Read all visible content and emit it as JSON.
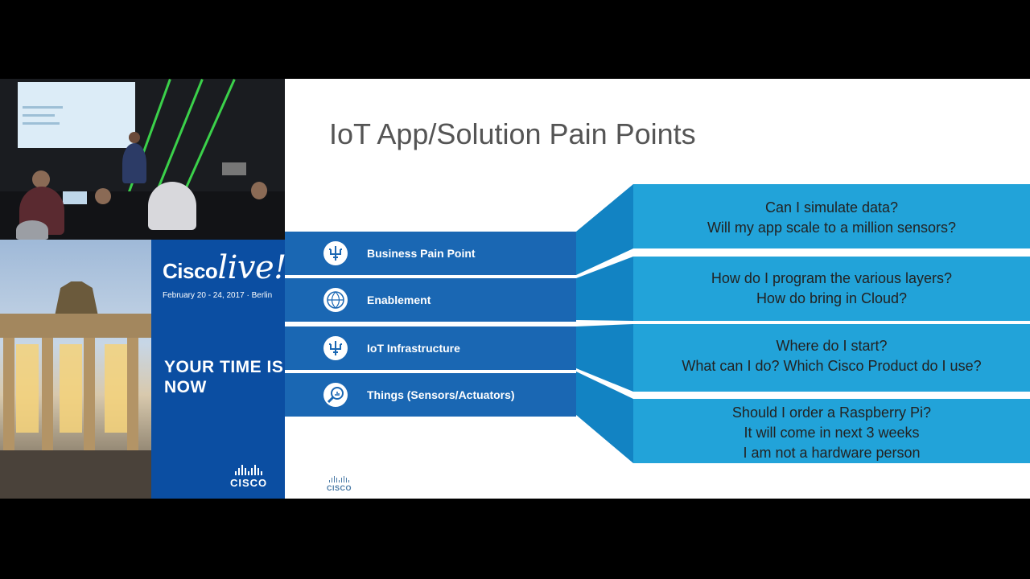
{
  "slide": {
    "title": "IoT App/Solution Pain Points",
    "layers": [
      {
        "label": "Business Pain Point",
        "icon": "circuit-tree-icon"
      },
      {
        "label": "Enablement",
        "icon": "globe-icon"
      },
      {
        "label": "IoT Infrastructure",
        "icon": "circuit-tree-icon"
      },
      {
        "label": "Things (Sensors/Actuators)",
        "icon": "sensor-search-icon"
      }
    ],
    "questions": [
      {
        "lines": [
          "Can I simulate data?",
          "Will my app scale to a million sensors?"
        ]
      },
      {
        "lines": [
          "How do I program the various layers?",
          "How do bring in Cloud?"
        ]
      },
      {
        "lines": [
          "Where do I start?",
          "What can I do? Which Cisco Product do I use?"
        ]
      },
      {
        "lines": [
          "Should I order a Raspberry Pi?",
          "It will come in next 3 weeks",
          "I am not a hardware person"
        ]
      }
    ],
    "footer_logo": "CISCO",
    "colors": {
      "layer": "#1a67b3",
      "funnel_dark": "#1283c3",
      "funnel_light": "#22a3d9"
    }
  },
  "brand": {
    "logo_cisco": "Cisco",
    "logo_live": "live!",
    "date": "February 20 - 24, 2017 · Berlin",
    "tagline": "YOUR TIME IS NOW",
    "logo": "CISCO",
    "color": "#0b4ea2"
  }
}
